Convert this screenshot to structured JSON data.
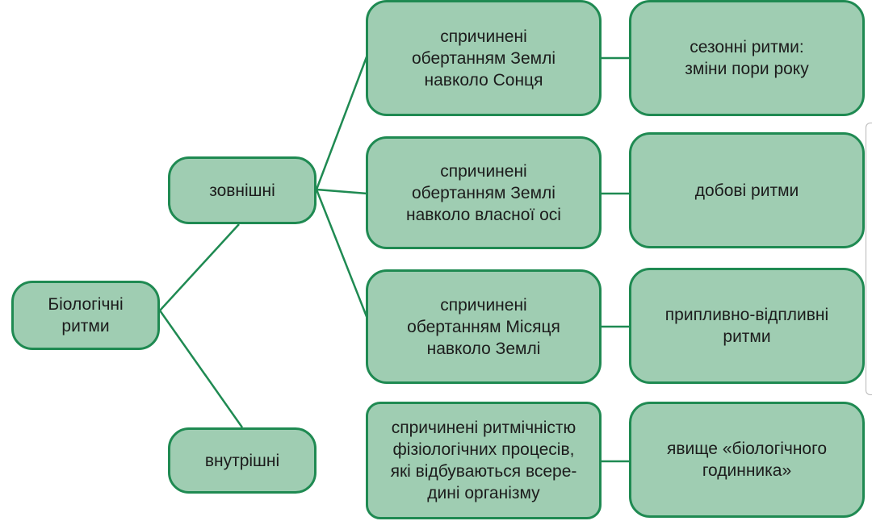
{
  "colors": {
    "node_fill": "#9fcdb2",
    "node_border": "#1f8a52",
    "connector": "#1f8a52",
    "text": "#1c1c1c"
  },
  "nodes": {
    "root": "Біологічні\nритми",
    "external": "зовнішні",
    "internal": "внутрішні",
    "cause_sun": "спричинені\nобертанням Землі\nнавколо Сонця",
    "cause_axis": "спричинені\nобертанням Землі\nнавколо власної осі",
    "cause_moon": "спричинені\nобертанням Місяця\nнавколо Землі",
    "cause_physiology": "спричинені ритмічністю\nфізіологічних процесів,\nякі відбуваються всере-\nдині організму",
    "result_seasonal": "сезонні ритми:\nзміни пори року",
    "result_daily": "добові ритми",
    "result_tidal": "припливно-відпливні\nритми",
    "result_clock": "явище «біологічного\nгодинника»"
  }
}
